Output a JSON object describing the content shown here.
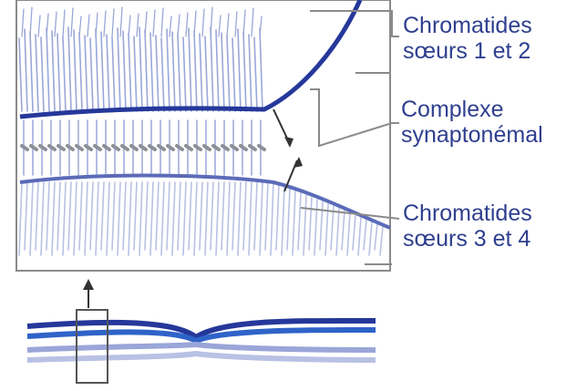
{
  "labels": {
    "sister_chromatids_top": [
      "Chromatides",
      "sœurs 1 et 2"
    ],
    "synaptonemal_complex": [
      "Complexe",
      "synaptonémal"
    ],
    "sister_chromatids_bottom": [
      "Chromatides",
      "sœurs 3 et 4"
    ]
  },
  "colors": {
    "label_text": "#2f3f8f",
    "chromatid_dark": "#25389a",
    "chromatid_medium": "#5b6bb8",
    "chromatid_light": "#9aa6d8",
    "chromatid_pale": "#b9c1e4",
    "complex_grey": "#8d8f96",
    "frame": "#8a8a8a",
    "chromosome_bright": "#2f63c8"
  }
}
